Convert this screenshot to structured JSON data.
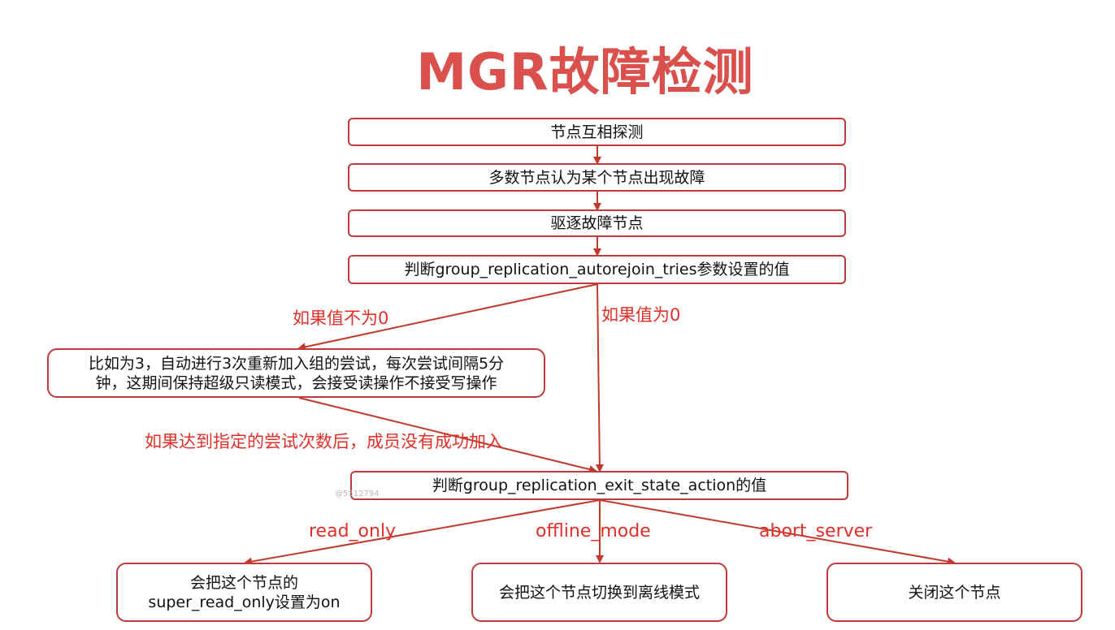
{
  "title": "MGR故障检测",
  "steps": {
    "detect": "节点互相探测",
    "majority": "多数节点认为某个节点出现故障",
    "expel": "驱逐故障节点",
    "check_autorejoin": "判断group_replication_autorejoin_tries参数设置的值",
    "rejoin_line1": "比如为3，自动进行3次重新加入组的尝试，每次尝试间隔5分",
    "rejoin_line2": "钟，这期间保持超级只读模式，会接受读操作不接受写操作",
    "check_exit_action": "判断group_replication_exit_state_action的值",
    "read_only_line1": "会把这个节点的",
    "read_only_line2": "super_read_only设置为on",
    "offline": "会把这个节点切换到离线模式",
    "abort": "关闭这个节点"
  },
  "edge_labels": {
    "not_zero": "如果值不为0",
    "zero": "如果值为0",
    "rejoin_failed": "如果达到指定的尝试次数后，成员没有成功加入",
    "read_only": "read_only",
    "offline_mode": "offline_mode",
    "abort_server": "abort_server"
  },
  "watermark": "@5512794",
  "colors": {
    "title": "#d9504c",
    "border": "#c0393b",
    "arrow": "#c0392b",
    "label": "#e0302a"
  }
}
